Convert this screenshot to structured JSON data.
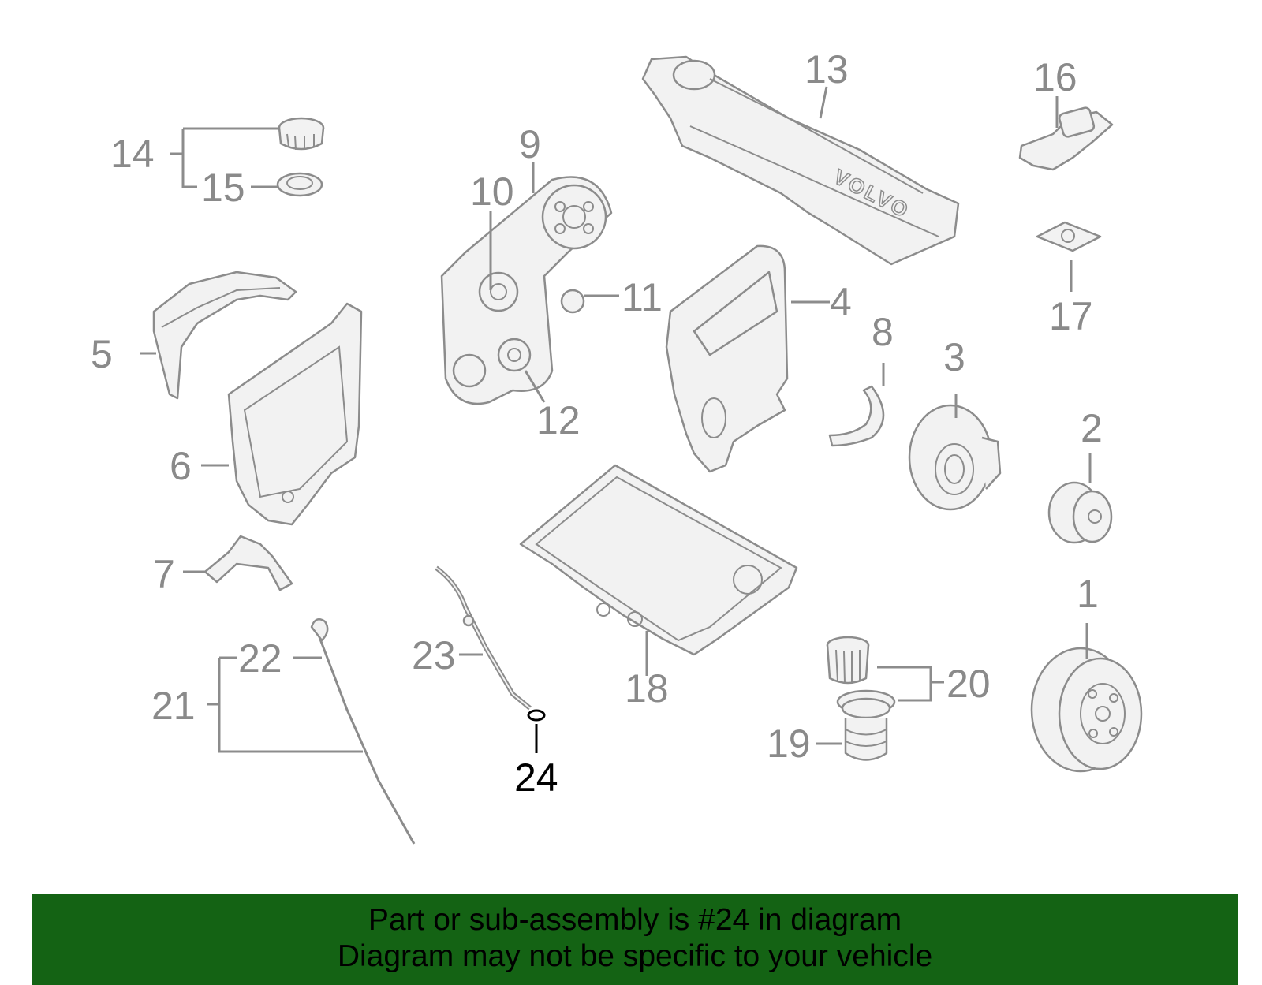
{
  "highlight_callout": "24",
  "callouts": [
    {
      "id": "c1",
      "label": "1"
    },
    {
      "id": "c2",
      "label": "2"
    },
    {
      "id": "c3",
      "label": "3"
    },
    {
      "id": "c4",
      "label": "4"
    },
    {
      "id": "c5",
      "label": "5"
    },
    {
      "id": "c6",
      "label": "6"
    },
    {
      "id": "c7",
      "label": "7"
    },
    {
      "id": "c8",
      "label": "8"
    },
    {
      "id": "c9",
      "label": "9"
    },
    {
      "id": "c10",
      "label": "10"
    },
    {
      "id": "c11",
      "label": "11"
    },
    {
      "id": "c12",
      "label": "12"
    },
    {
      "id": "c13",
      "label": "13"
    },
    {
      "id": "c14",
      "label": "14"
    },
    {
      "id": "c15",
      "label": "15"
    },
    {
      "id": "c16",
      "label": "16"
    },
    {
      "id": "c17",
      "label": "17"
    },
    {
      "id": "c18",
      "label": "18"
    },
    {
      "id": "c19",
      "label": "19"
    },
    {
      "id": "c20",
      "label": "20"
    },
    {
      "id": "c21",
      "label": "21"
    },
    {
      "id": "c22",
      "label": "22"
    },
    {
      "id": "c23",
      "label": "23"
    },
    {
      "id": "c24",
      "label": "24"
    }
  ],
  "brand_mark": "VOLVO",
  "footer": {
    "line1": "Part or sub-assembly is #24 in diagram",
    "line2": "Diagram may not be specific to your vehicle"
  },
  "colors": {
    "banner": "#146314",
    "part_line": "#8c8c8c",
    "callout_text": "#8a8a8a",
    "highlight": "#000000"
  }
}
